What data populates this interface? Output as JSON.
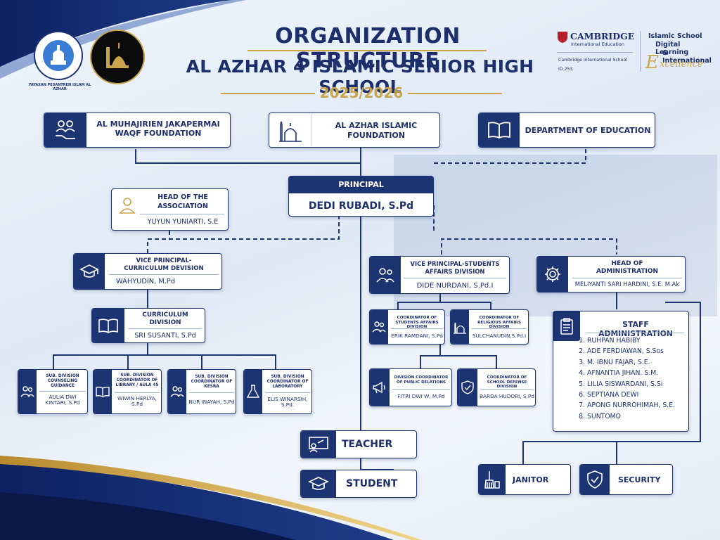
{
  "header": {
    "title_line1": "ORGANIZATION STRUCTURE",
    "title_line2": "AL AZHAR 4 ISLAMIC SENIOR HIGH SCHOOL",
    "year": "2025/2026",
    "logo1_text": "YAYASAN PESANTREN ISLAM AL AZHAR",
    "cambridge_name": "CAMBRIDGE",
    "cambridge_sub": "International Education",
    "cambridge_school": "Cambridge International School",
    "cambridge_id": "ID 253",
    "excellence_line1": "Islamic School",
    "excellence_line2": "Digital Learning",
    "excellence_line3": "& International",
    "excellence_word": "xcellence"
  },
  "top": {
    "waqf": "AL MUHAJIRIEN JAKAPERMAI WAQF FOUNDATION",
    "foundation_line1": "AL AZHAR ISLAMIC",
    "foundation_line2": "FOUNDATION",
    "dept": "DEPARTMENT OF EDUCATION"
  },
  "principal": {
    "role": "PRINCIPAL",
    "name": "DEDI RUBADI, S.Pd"
  },
  "association": {
    "role_line1": "HEAD OF THE",
    "role_line2": "ASSOCIATION",
    "name": "YUYUN YUNIARTI, S.E"
  },
  "vp_curriculum": {
    "role_line1": "VICE PRINCIPAL-",
    "role_line2": "CURRICULUM DEVISION",
    "name": "WAHYUDIN, M.Pd"
  },
  "curriculum": {
    "role_line1": "CURRICULUM",
    "role_line2": "DIVISION",
    "name": "SRI SUSANTI, S.Pd"
  },
  "subdivisions": [
    {
      "role": "SUB. DIVISION COUNSELING GUIDANCE",
      "name": "AULIA DWI KINTARI, S.Pd",
      "icon": "people-icon"
    },
    {
      "role": "SUB. DIVISION COORDINATOR OF LIBRARY / AULA 45",
      "name": "WIWIN HERLYA, S.Pd",
      "icon": "book-icon"
    },
    {
      "role": "SUB. DIVISION COORDINATOR OF KESRA",
      "name": "NUR INAYAH, S.Pd",
      "icon": "people-icon"
    },
    {
      "role": "SUB. DIVISION COORDINATOR OF LABORATORY",
      "name": "ELIS WINARSIH, S.Pd.",
      "icon": "flask-icon"
    }
  ],
  "vp_students": {
    "role_line1": "VICE PRINCIPAL-STUDENTS",
    "role_line2": "AFFAIRS DIVISION",
    "name": "DIDE NURDANI, S.Pd.I"
  },
  "coordinators": [
    {
      "role": "COORDINATOR OF STUDENTS AFFAIRS DIVISION",
      "name": "ERIK RAMDANI, S.Pd",
      "icon": "people-icon"
    },
    {
      "role": "COORDINATOR OF RELIGIOUS AFFAIRS DIVISION",
      "name": "SULCHANUDIN,S.Pd.I",
      "icon": "mosque-icon"
    },
    {
      "role": "DIVISION COORDINATOR OF PUBLIC RELATIONS",
      "name": "FITRI DWI W, M.Pd",
      "icon": "megaphone-icon"
    },
    {
      "role": "COORDINATOR OF SCHOOL DEFENSE DIVISION",
      "name": "BARDA HUDORI, S.Pd",
      "icon": "shield-icon"
    }
  ],
  "head_admin": {
    "role_line1": "HEAD OF",
    "role_line2": "ADMINISTRATION",
    "name": "MELIYANTI SARI HARDINI, S.E. M.Ak"
  },
  "staff": {
    "title": "STAFF ADMINISTRATION",
    "items": [
      "RUHPAN HABIBY",
      "ADE FERDIAWAN, S.Sos",
      "M. IBNU FAJAR, S.E.",
      "AFNANTIA JIHAN. S.M.",
      "LILIA SISWARDANI, S.Si",
      "SEPTIANA DEWI",
      "APONG NURROHIMAH, S.E.",
      "SUNTOMO"
    ]
  },
  "teacher": "TEACHER",
  "student": "STUDENT",
  "janitor": "JANITOR",
  "security": "SECURITY",
  "colors": {
    "navy": "#1d3472",
    "gold": "#c9a44a",
    "line": "#1d3472"
  },
  "icons": [
    "people-icon",
    "mosque-icon",
    "book-icon",
    "user-icon",
    "graduation-cap-icon",
    "gear-icon",
    "clipboard-icon",
    "teacher-board-icon",
    "broom-icon",
    "shield-check-icon"
  ]
}
